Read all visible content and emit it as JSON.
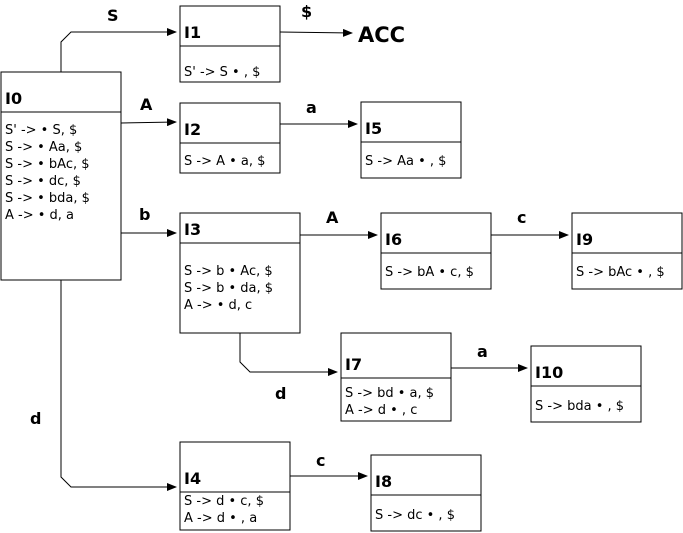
{
  "states": [
    {
      "id": "I0",
      "items": [
        "S' -> • S, $",
        "S -> • Aa, $",
        "S -> • bAc, $",
        "S -> • dc, $",
        "S -> • bda, $",
        "A -> • d, a"
      ]
    },
    {
      "id": "I1",
      "items": [
        "S' -> S • , $"
      ]
    },
    {
      "id": "I2",
      "items": [
        "S -> A • a, $"
      ]
    },
    {
      "id": "I3",
      "items": [
        "S -> b • Ac, $",
        "S -> b • da, $",
        "A -> • d, c"
      ]
    },
    {
      "id": "I4",
      "items": [
        "S -> d • c, $",
        "A -> d • , a"
      ]
    },
    {
      "id": "I5",
      "items": [
        "S -> Aa • , $"
      ]
    },
    {
      "id": "I6",
      "items": [
        "S -> bA • c, $"
      ]
    },
    {
      "id": "I7",
      "items": [
        "S -> bd • a, $",
        "A -> d • , c"
      ]
    },
    {
      "id": "I8",
      "items": [
        "S -> dc • , $"
      ]
    },
    {
      "id": "I9",
      "items": [
        "S -> bAc • , $"
      ]
    },
    {
      "id": "I10",
      "items": [
        "S -> bda • , $"
      ]
    }
  ],
  "accept_label": "ACC",
  "transitions": [
    {
      "from": "I0",
      "to": "I1",
      "symbol": "S"
    },
    {
      "from": "I1",
      "to": "ACC",
      "symbol": "$"
    },
    {
      "from": "I0",
      "to": "I2",
      "symbol": "A"
    },
    {
      "from": "I2",
      "to": "I5",
      "symbol": "a"
    },
    {
      "from": "I0",
      "to": "I3",
      "symbol": "b"
    },
    {
      "from": "I3",
      "to": "I6",
      "symbol": "A"
    },
    {
      "from": "I6",
      "to": "I9",
      "symbol": "c"
    },
    {
      "from": "I3",
      "to": "I7",
      "symbol": "d"
    },
    {
      "from": "I7",
      "to": "I10",
      "symbol": "a"
    },
    {
      "from": "I0",
      "to": "I4",
      "symbol": "d"
    },
    {
      "from": "I4",
      "to": "I8",
      "symbol": "c"
    }
  ]
}
